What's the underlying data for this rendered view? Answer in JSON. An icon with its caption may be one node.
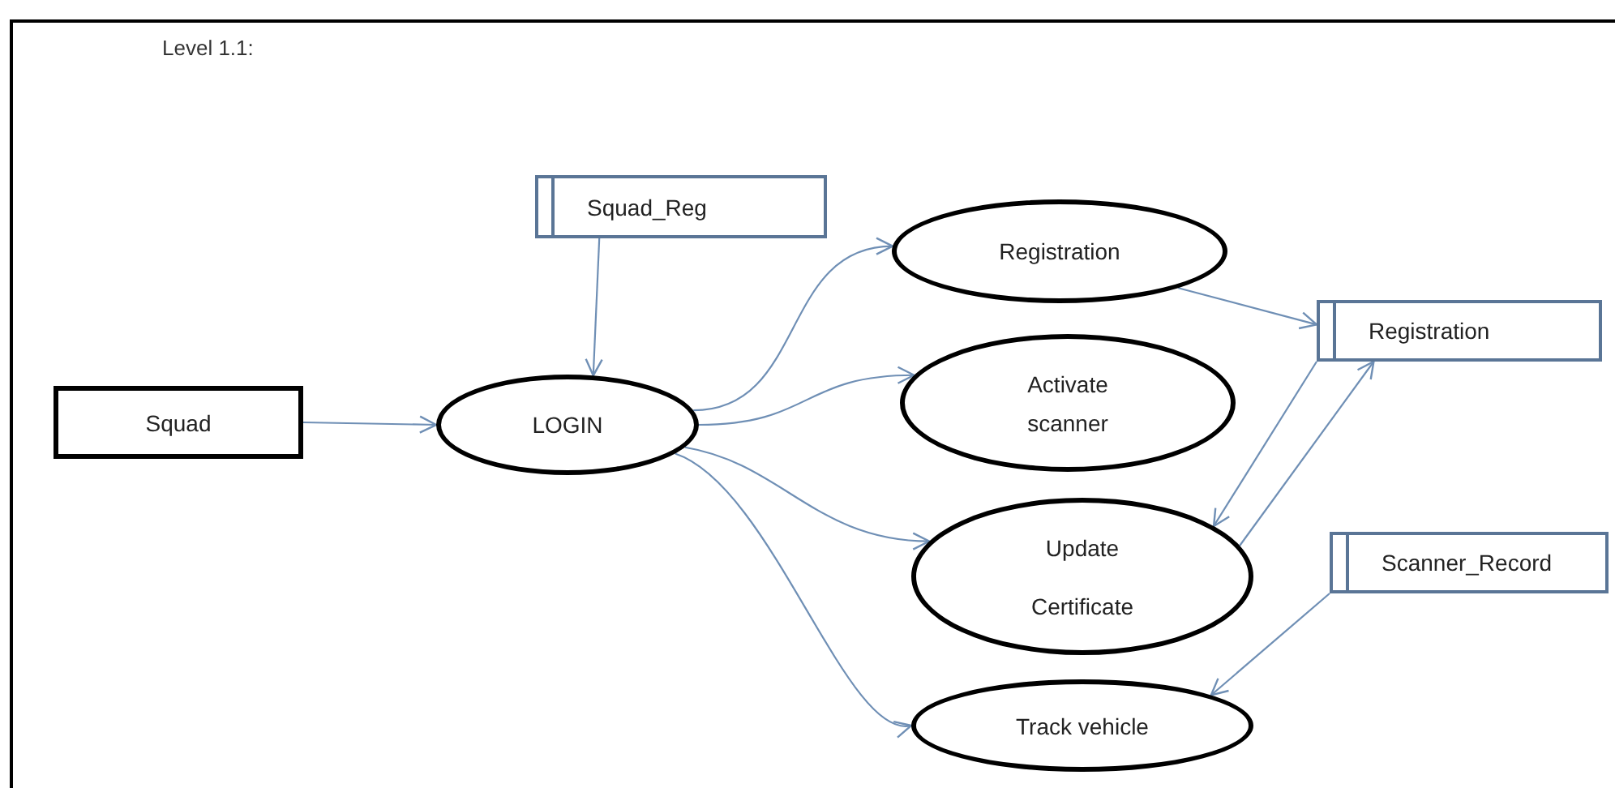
{
  "diagram": {
    "title": "Level 1.1:",
    "nodes": [
      {
        "text": [
          "Squad"
        ]
      },
      {
        "text": [
          "LOGIN"
        ]
      },
      {
        "text": [
          "Squad_Reg"
        ]
      },
      {
        "text": [
          "Registration"
        ]
      },
      {
        "text": [
          "Activate scanner"
        ]
      },
      {
        "text": [
          "Update Certificate"
        ]
      },
      {
        "text": [
          "Track vehicle"
        ]
      },
      {
        "text": [
          "Registration"
        ]
      },
      {
        "text": [
          "Scanner_Record"
        ]
      }
    ],
    "edges": [
      {
        "from": 0,
        "to": 1,
        "arrow": "to"
      },
      {
        "from": 2,
        "to": 1,
        "arrow": "to"
      },
      {
        "from": 1,
        "to": 3,
        "arrow": "to"
      },
      {
        "from": 1,
        "to": 4,
        "arrow": "to"
      },
      {
        "from": 1,
        "to": 5,
        "arrow": "to"
      },
      {
        "from": 1,
        "to": 6,
        "arrow": "to"
      },
      {
        "from": 3,
        "to": 7,
        "arrow": "to"
      },
      {
        "from": 7,
        "to": 5,
        "arrow": "to"
      },
      {
        "from": 5,
        "to": 7,
        "arrow": "to"
      },
      {
        "from": 8,
        "to": 6,
        "arrow": "to"
      }
    ]
  }
}
